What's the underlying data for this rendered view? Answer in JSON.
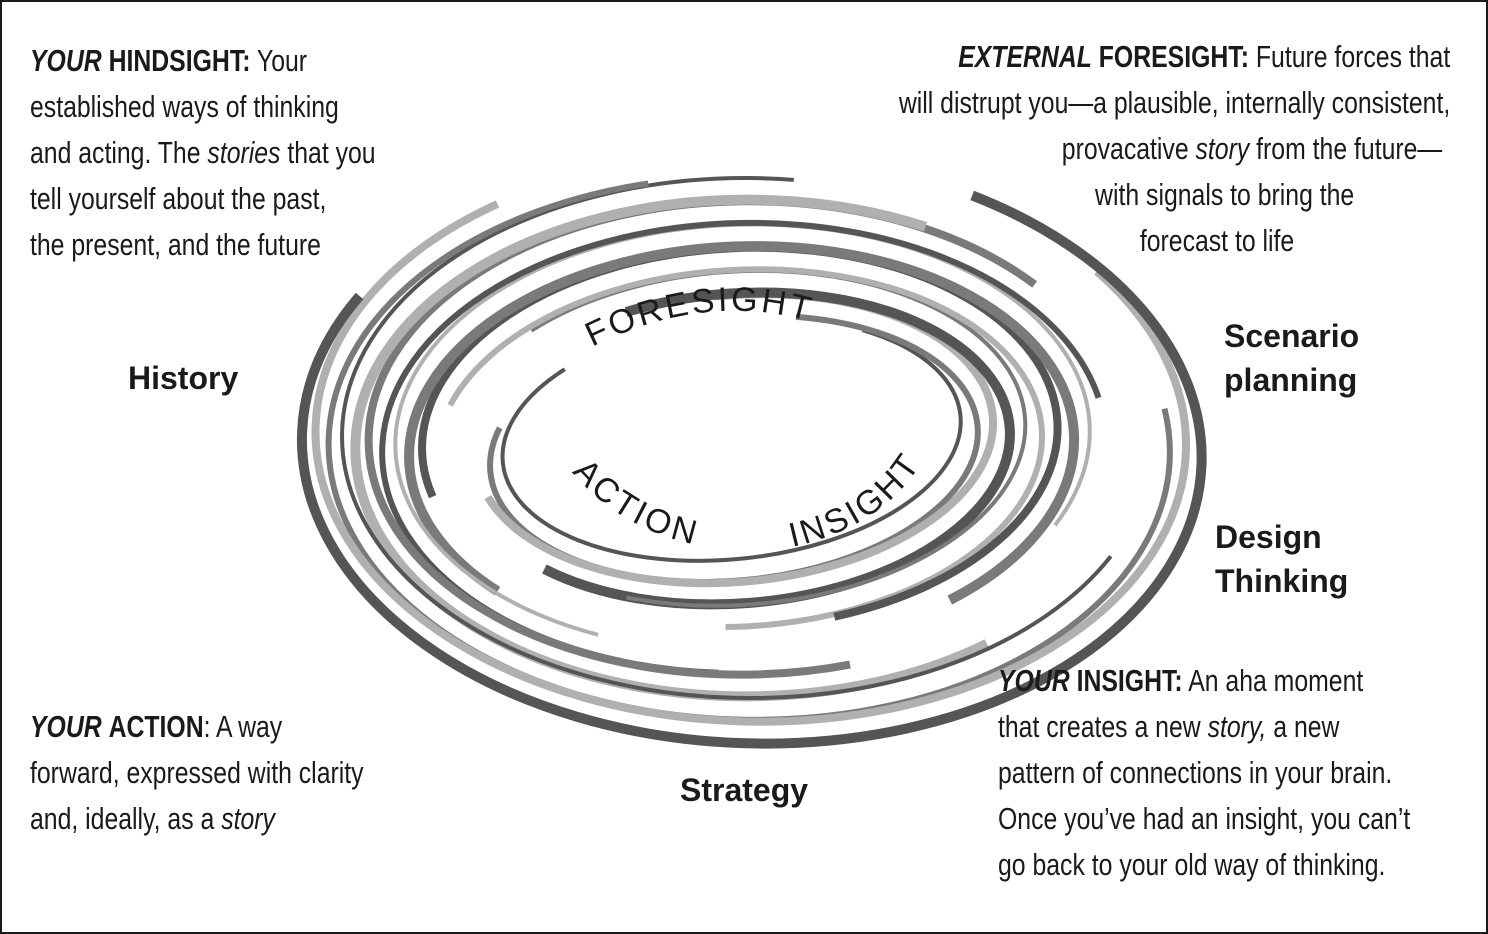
{
  "hindsight": {
    "head_em": "YOUR",
    "head": "HINDSIGHT:",
    "lines": [
      "Your",
      "established ways of thinking",
      "and acting. The",
      "stories",
      "that you",
      "tell yourself about the past,",
      "the present, and the future"
    ]
  },
  "foresight": {
    "head_em": "EXTERNAL",
    "head": "FORESIGHT:",
    "lines": [
      "Future forces that",
      "will distrupt you—a plausible, internally consistent,",
      "provacative",
      "story",
      "from the future—",
      "with signals to bring the",
      "forecast to life"
    ]
  },
  "action": {
    "head_em": "YOUR",
    "head": "ACTION",
    "lines": [
      ": A way",
      "forward, expressed with clarity",
      "and, ideally, as a",
      "story"
    ]
  },
  "insight": {
    "head_em": "YOUR",
    "head": "INSIGHT:",
    "lines": [
      "An aha moment",
      "that creates a new",
      "story,",
      "a new",
      "pattern of connections in your brain.",
      "Once you’ve had an insight, you can’t",
      "go back to your old way of thinking."
    ]
  },
  "labels": {
    "history": "History",
    "scenario": [
      "Scenario",
      "planning"
    ],
    "design": [
      "Design",
      "Thinking"
    ],
    "strategy": "Strategy"
  },
  "cycle": {
    "foresight": "FORESIGHT",
    "action": "ACTION",
    "insight": "INSIGHT"
  },
  "colors": {
    "swirl_dark": "#555555",
    "swirl_light": "#b0b0b0",
    "text": "#1a1a1a"
  }
}
